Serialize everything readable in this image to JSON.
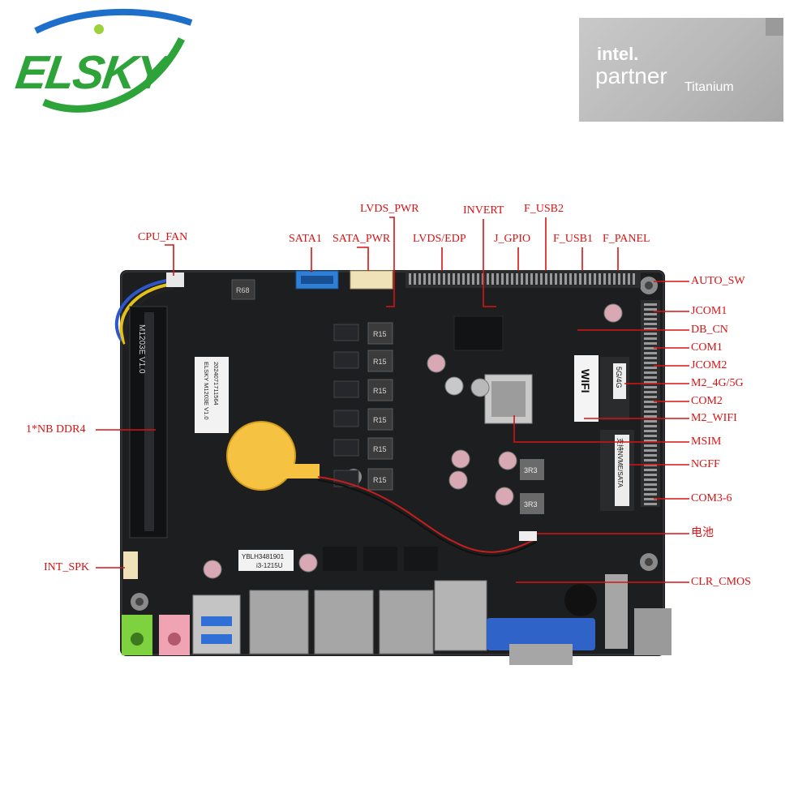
{
  "logo": {
    "text": "ELSKY"
  },
  "badge": {
    "brand": "intel.",
    "line": "partner",
    "tier": "Titanium"
  },
  "board_text": {
    "side_silk": "M1203E V1.0",
    "sticker_model": "ELSKY M1203E V1.0",
    "sticker_date": "2024071711564",
    "serial": "YBLH3481901",
    "cpu": "i3-1215U",
    "inductor": "R15",
    "r68": "R68",
    "coil": "3R3",
    "wifi": "WIFI",
    "g5": "5G/4G",
    "nvme": "支持NVME/SATA"
  },
  "labels": {
    "cpu_fan": "CPU_FAN",
    "sata1": "SATA1",
    "sata_pwr": "SATA_PWR",
    "lvds_pwr": "LVDS_PWR",
    "lvds_edp": "LVDS/EDP",
    "invert": "INVERT",
    "j_gpio": "J_GPIO",
    "f_usb2": "F_USB2",
    "f_usb1": "F_USB1",
    "f_panel": "F_PANEL",
    "auto_sw": "AUTO_SW",
    "jcom1": "JCOM1",
    "db_cn": "DB_CN",
    "com1": "COM1",
    "jcom2": "JCOM2",
    "m2_4g5g": "M2_4G/5G",
    "com2": "COM2",
    "m2_wifi": "M2_WIFI",
    "msim": "MSIM",
    "ngff": "NGFF",
    "com3_6": "COM3-6",
    "battery": "电池",
    "clr_cmos": "CLR_CMOS",
    "nb_ddr4": "1*NB DDR4",
    "int_spk": "INT_SPK"
  },
  "colors": {
    "label": "#d81313",
    "pcb": "#1d1e20",
    "logo_green": "#2ea33a",
    "logo_blue": "#1d6fc9",
    "battery": "#f5c242",
    "sata": "#2f7fd6"
  }
}
